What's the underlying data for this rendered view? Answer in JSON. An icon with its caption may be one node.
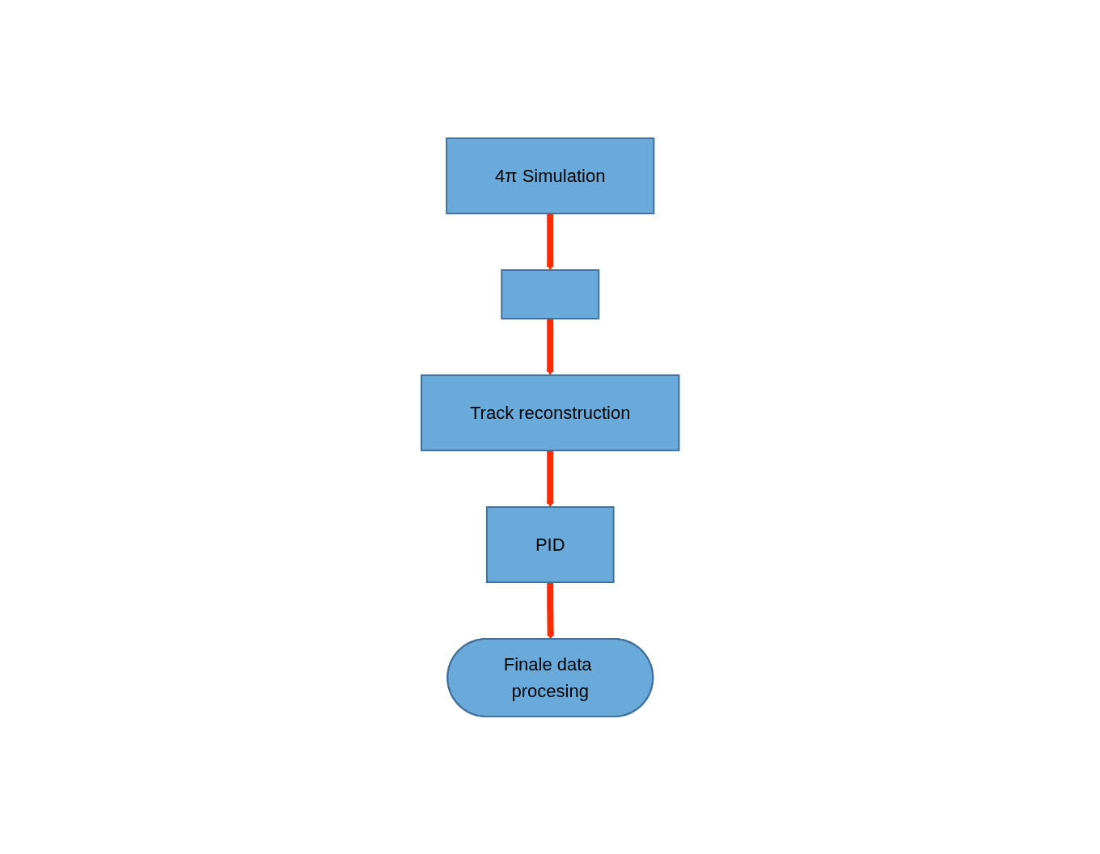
{
  "diagram": {
    "nodes": [
      {
        "text": [
          "4π Simulation"
        ]
      },
      {
        "text": [],
        "shape": "box"
      },
      {
        "text": [
          "Track reconstruction"
        ]
      },
      {
        "text": [
          "PID"
        ]
      },
      {
        "text": [
          "Finale data procesing"
        ]
      }
    ],
    "edges": [
      {
        "from": 0,
        "to": 1,
        "arrow": "to",
        "color": "#ff2a00"
      },
      {
        "from": 1,
        "to": 2,
        "arrow": "to",
        "color": "#ff2a00"
      },
      {
        "from": 2,
        "to": 3,
        "arrow": "to",
        "color": "#ff2a00"
      },
      {
        "from": 3,
        "to": 4,
        "arrow": "to",
        "color": "#ff2a00"
      }
    ]
  }
}
